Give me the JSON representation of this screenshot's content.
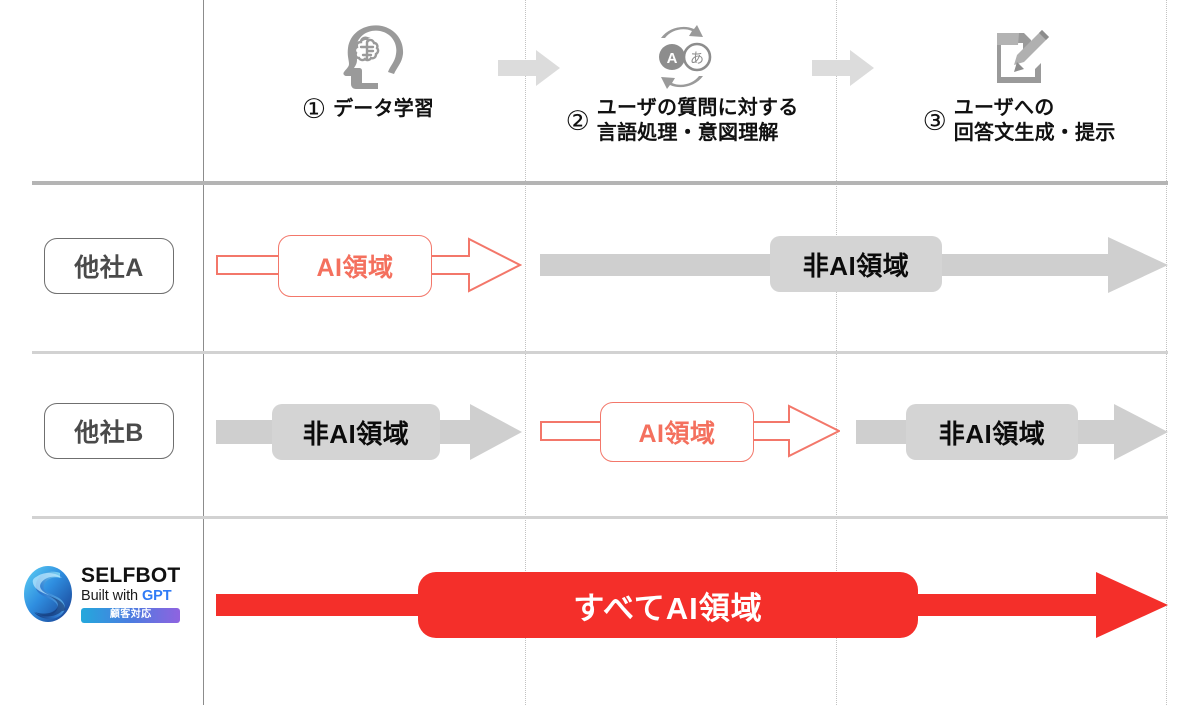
{
  "diagram": {
    "title_hidden": "",
    "colors": {
      "ai_red": "#f4705e",
      "ai_red_strong": "#f42f2a",
      "gray_bar": "#cfcfcf",
      "gray_chip": "#d4d4d4",
      "grid": "#c2c2c2",
      "gpt_blue": "#2f7bf6"
    }
  },
  "columns": [
    {
      "number": "①",
      "label": "データ学習",
      "icon": "brain-head-icon"
    },
    {
      "number": "②",
      "label": "ユーザの質問に対する\n言語処理・意図理解",
      "icon": "translate-icon"
    },
    {
      "number": "③",
      "label": "ユーザへの\n回答文生成・提示",
      "icon": "document-pencil-icon"
    }
  ],
  "step_arrows": [
    {
      "name": "step-arrow-1-2"
    },
    {
      "name": "step-arrow-2-3"
    }
  ],
  "rows": [
    {
      "id": "row-competitor-a",
      "label": "他社A",
      "segments": [
        {
          "kind": "ai",
          "text": "AI領域"
        },
        {
          "kind": "non_ai",
          "text": "非AI領域"
        }
      ]
    },
    {
      "id": "row-competitor-b",
      "label": "他社B",
      "segments": [
        {
          "kind": "non_ai",
          "text": "非AI領域"
        },
        {
          "kind": "ai",
          "text": "AI領域"
        },
        {
          "kind": "non_ai",
          "text": "非AI領域"
        }
      ]
    },
    {
      "id": "row-selfbot",
      "label": "",
      "segments": [
        {
          "kind": "all_ai",
          "text": "すべてAI領域"
        }
      ]
    }
  ],
  "logo": {
    "name": "SELFBOT",
    "tagline_prefix": "Built with ",
    "tagline_brand": "GPT",
    "badge": "顧客対応",
    "mark": "selfbot-swirl-logo"
  }
}
